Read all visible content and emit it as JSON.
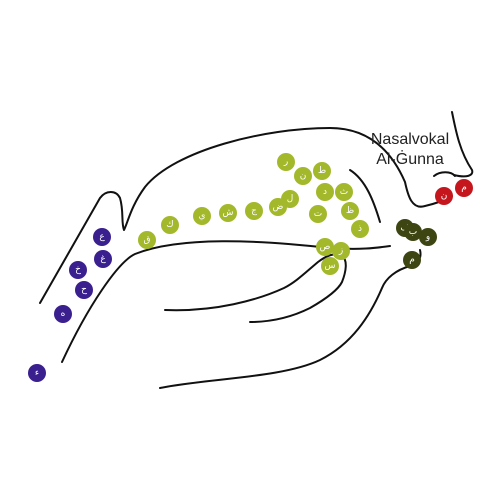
{
  "label": {
    "line1": "Nasalvokal",
    "line2": "Al-Ġunna"
  },
  "colors": {
    "throat": "#3a1f8f",
    "tongue": "#a3b82a",
    "lips": "#3d4512",
    "nasal": "#c4161c"
  },
  "groups": {
    "throat": [
      "ء",
      "ه",
      "ح",
      "ع",
      "خ",
      "غ"
    ],
    "tongue": [
      "ق",
      "ك",
      "ي",
      "ش",
      "ج",
      "ض",
      "ر",
      "ن",
      "ل",
      "ط",
      "د",
      "ت",
      "ث",
      "ظ",
      "ذ",
      "ز",
      "ص",
      "س"
    ],
    "lips": [
      "ف",
      "و",
      "م",
      "ب"
    ],
    "nasal": [
      "ن",
      "م"
    ]
  }
}
